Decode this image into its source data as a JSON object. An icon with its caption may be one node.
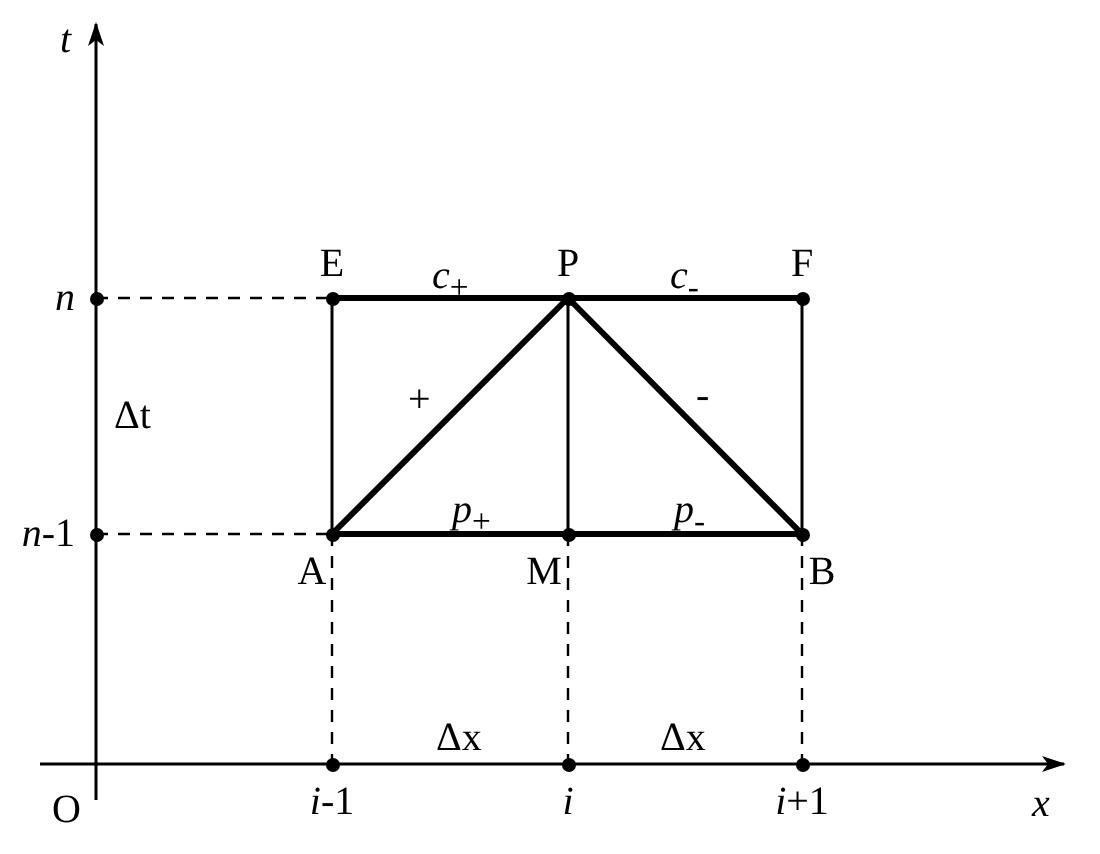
{
  "diagram": {
    "nodes": [
      {
        "text": [
          "E"
        ]
      },
      {
        "text": [
          "P"
        ]
      },
      {
        "text": [
          "F"
        ]
      },
      {
        "text": [
          "A"
        ]
      },
      {
        "text": [
          "M"
        ]
      },
      {
        "text": [
          "B"
        ]
      },
      {
        "text": [
          "n"
        ]
      },
      {
        "text": [
          "*n*-1"
        ]
      },
      {
        "text": [
          "*i*-1"
        ]
      },
      {
        "text": [
          "i"
        ]
      },
      {
        "text": [
          "*i*+1"
        ]
      }
    ],
    "edges": [
      {
        "from": 0,
        "to": 1,
        "arrow": "none",
        "label": "*c*$_{+}$",
        "style": "thick"
      },
      {
        "from": 1,
        "to": 2,
        "arrow": "none",
        "label": "*c*$_{-}$",
        "style": "thick"
      },
      {
        "from": 3,
        "to": 1,
        "arrow": "none",
        "label": "+",
        "style": "thick"
      },
      {
        "from": 1,
        "to": 5,
        "arrow": "none",
        "label": "-",
        "style": "thick"
      },
      {
        "from": 3,
        "to": 4,
        "arrow": "none",
        "label": "*p*$_{+}$",
        "style": "thick"
      },
      {
        "from": 4,
        "to": 5,
        "arrow": "none",
        "label": "*p*$_{-}$",
        "style": "thick"
      },
      {
        "from": 0,
        "to": 3,
        "arrow": "none"
      },
      {
        "from": 1,
        "to": 4,
        "arrow": "none"
      },
      {
        "from": 2,
        "to": 5,
        "arrow": "none"
      },
      {
        "from": 6,
        "to": 0,
        "arrow": "none",
        "style": "dashed"
      },
      {
        "from": 7,
        "to": 3,
        "arrow": "none",
        "style": "dashed"
      },
      {
        "from": 3,
        "to": 8,
        "arrow": "none",
        "style": "dashed"
      },
      {
        "from": 4,
        "to": 9,
        "arrow": "none",
        "style": "dashed"
      },
      {
        "from": 5,
        "to": 10,
        "arrow": "none",
        "style": "dashed"
      }
    ],
    "labels": [
      "t",
      "Δt",
      "O",
      "Δx",
      "Δx",
      "x"
    ]
  }
}
